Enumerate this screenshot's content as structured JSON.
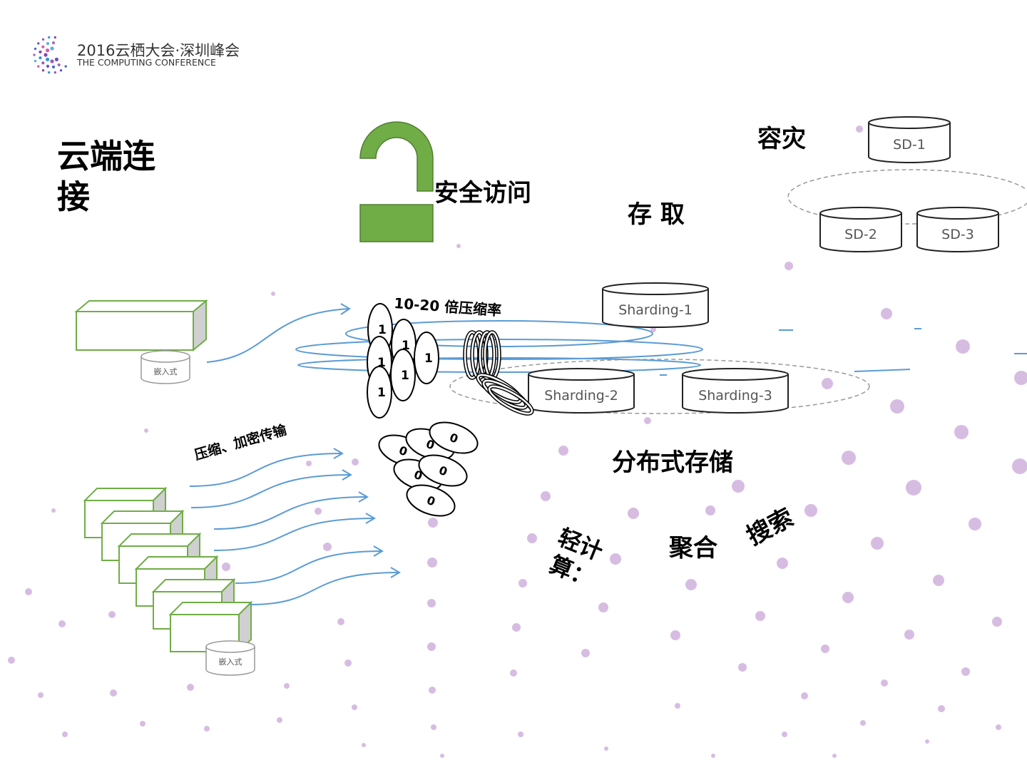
{
  "header": {
    "logo_title": "2016云栖大会·深圳峰会",
    "logo_subtitle": "THE COMPUTING CONFERENCE"
  },
  "labels": {
    "cloud_connect_1": "云端连",
    "cloud_connect_2": "接",
    "secure_access": "安全访问",
    "access": "存  取",
    "disaster_recovery": "容灾",
    "compression_rate": "10-20 倍压缩率",
    "compress_encrypt": "压缩、加密传输",
    "distributed_storage": "分布式存储",
    "light_compute_1": "轻计",
    "light_compute_2": "算：",
    "aggregate": "聚合",
    "search": "搜索"
  },
  "cylinders": {
    "sd1": "SD-1",
    "sd2": "SD-2",
    "sd3": "SD-3",
    "shard1": "Sharding-1",
    "shard2": "Sharding-2",
    "shard3": "Sharding-3"
  },
  "embedded": {
    "top": "嵌入式",
    "bottom": "嵌入式"
  },
  "tokens": {
    "one": "1",
    "zero": "0"
  },
  "colors": {
    "green": "#70ad47",
    "blue": "#5b9bd5",
    "dots": "#c9a6d8",
    "logo": "#7b5fc4"
  }
}
